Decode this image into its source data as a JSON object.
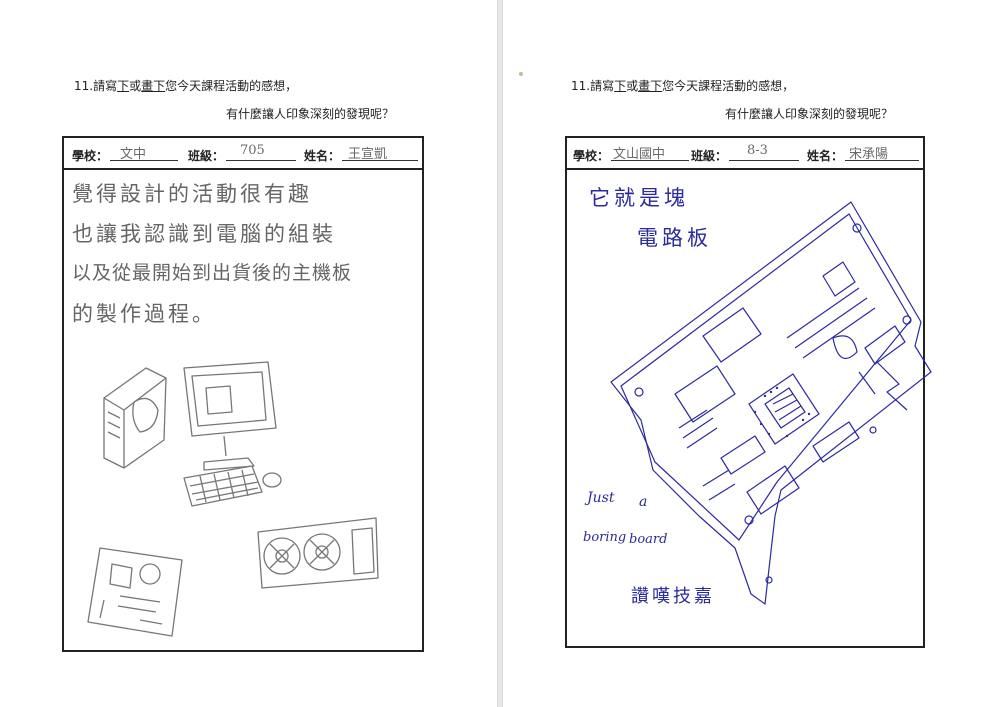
{
  "question": {
    "number": "11.",
    "part1": "請寫",
    "opt1": "下",
    "part2": "或",
    "opt2": "畫下",
    "part3": "您今天課程活動的感想，",
    "line2": "有什麼讓人印象深刻的發現呢？"
  },
  "labels": {
    "school": "學校：",
    "class": "班級：",
    "name": "姓名："
  },
  "left_sheet": {
    "school": "文中",
    "class": "705",
    "name": "王宣凱",
    "lines": [
      "覺得設計的活動很有趣",
      "也讓我認識到電腦的組裝",
      "以及從最開始到出貨後的主機板",
      "的製作過程。"
    ]
  },
  "right_sheet": {
    "school": "文山國中",
    "class": "8-3",
    "name": "宋承陽",
    "line1": "它就是塊",
    "line2": "電路板",
    "en1": "Just",
    "en2": "a",
    "en3": "boring",
    "en4": "board",
    "closing": "讚嘆技嘉"
  },
  "colors": {
    "pencil": "#666666",
    "ink": "#2b2ba0",
    "border": "#222222"
  }
}
